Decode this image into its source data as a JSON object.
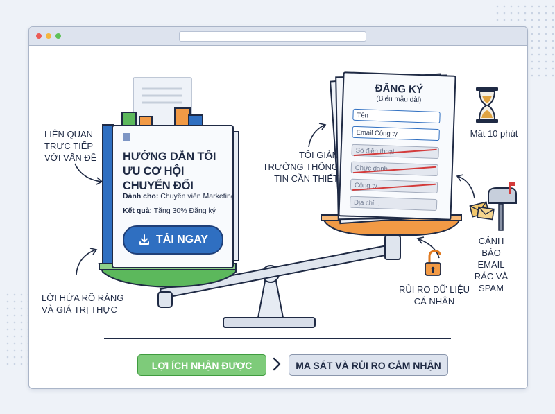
{
  "document": {
    "title": "HƯỚNG DẪN TỐI ƯU CƠ HỘI CHUYỂN ĐỔI",
    "audience_label": "Dành cho:",
    "audience_value": "Chuyên viên Marketing",
    "result_label": "Kết quả:",
    "result_value": "Tăng 30% Đăng ký",
    "cta_label": "TẢI NGAY",
    "cta_icon": "download-icon"
  },
  "form": {
    "title": "ĐĂNG KÝ",
    "subtitle": "(Biểu mẫu dài)",
    "fields": [
      {
        "text": "Tên",
        "state": "active"
      },
      {
        "text": "Email Công ty",
        "state": "active"
      },
      {
        "text": "Số điện thoại",
        "state": "crossed"
      },
      {
        "text": "Chức danh",
        "state": "crossed"
      },
      {
        "text": "Công ty",
        "state": "crossed"
      },
      {
        "text": "Địa chỉ...",
        "state": "dim"
      }
    ]
  },
  "annotations": {
    "relevance": "LIÊN QUAN TRỰC TIẾP VỚI VẤN ĐỀ",
    "promise": "LỜI HỨA RÕ RÀNG VÀ GIÁ TRỊ THỰC",
    "minimize_fields": "TỐI GIẢN TRƯỜNG THÔNG TIN CẦN THIẾT",
    "time_cost": "Mất 10 phút",
    "spam_warning": "CẢNH BÁO EMAIL RÁC VÀ SPAM",
    "data_risk": "RỦI RO DỮ LIỆU CÁ NHÂN"
  },
  "footer": {
    "benefit": "LỢI ÍCH NHẬN ĐƯỢC",
    "separator_icon": "chevron-right-icon",
    "friction": "MA SÁT VÀ RỦI RO CẢM NHẬN"
  },
  "colors": {
    "navy": "#1f2a44",
    "blue": "#2f6fc1",
    "green": "#5cb85c",
    "orange": "#f29a45",
    "red": "#d33b3b",
    "background": "#eef2f8"
  }
}
